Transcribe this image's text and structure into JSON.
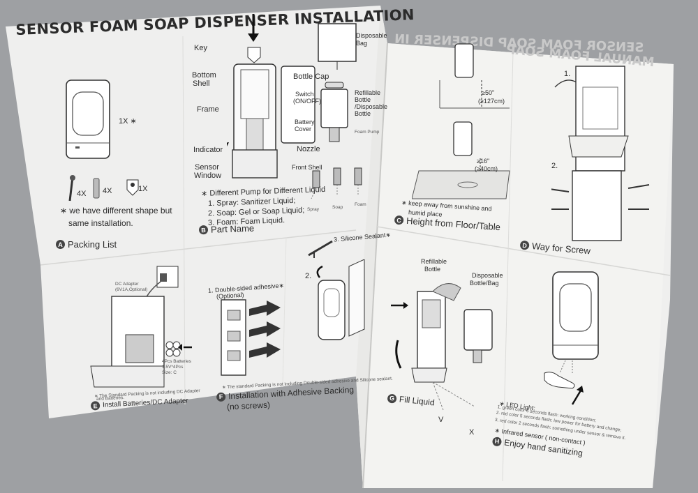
{
  "document": {
    "title": "SENSOR FOAM SOAP DISPENSER INSTALLATION",
    "ghost_title_1": "SENSOR FOAM SOAP DISPENSER IN",
    "ghost_title_2": "MANUAL FOAM SOAP"
  },
  "packing": {
    "qty_dispenser": "1X ∗",
    "qty_screws": "4X",
    "qty_anchors": "4X",
    "qty_key": "1X",
    "note_line1": "∗ we have different shape but",
    "note_line2": "same installation.",
    "section_badge": "A",
    "section_label": "Packing List"
  },
  "parts": {
    "key": "Key",
    "bottom_shell_1": "Bottom",
    "bottom_shell_2": "Shell",
    "frame": "Frame",
    "indicator": "Indicator",
    "sensor_window_1": "Sensor",
    "sensor_window_2": "Window",
    "bottle_cap": "Bottle Cap",
    "switch_1": "Switch",
    "switch_2": "(ON/OFF)",
    "battery_cover_1": "Battery",
    "battery_cover_2": "Cover",
    "nozzle": "Nozzle",
    "front_shell": "Front Shell",
    "disposable_bag_1": "Disposable",
    "disposable_bag_2": "Bag",
    "refillable_1": "Refillable",
    "refillable_2": "Bottle",
    "refillable_3": "/Disposable",
    "refillable_4": "Bottle",
    "foam_pump": "Foam Pump",
    "pump_note": "∗ Different Pump for Different Liquid",
    "pump_1": "1. Spray: Sanitizer Liquid;",
    "pump_2": "2. Soap: Gel or Soap Liquid;",
    "pump_3": "3. Foam: Foam Liquid.",
    "pump_spray": "Spray",
    "pump_soap": "Soap",
    "pump_foam": "Foam",
    "section_badge": "B",
    "section_label": "Part Name"
  },
  "height": {
    "h1_line1": "≥50\"",
    "h1_line2": "(≥127cm)",
    "h2_line1": "≥16\"",
    "h2_line2": "(≥40cm)",
    "note_line1": "∗ keep away from sunshine and",
    "note_line2": "humid place",
    "section_badge": "C",
    "section_label": "Height from Floor/Table"
  },
  "screw": {
    "step1": "1.",
    "step2": "2.",
    "section_badge": "D",
    "section_label": "Way for Screw"
  },
  "batteries": {
    "dc_adapter_1": "DC Adapter",
    "dc_adapter_2": "(6V1A,Optional)",
    "batt_note_1": "4Pcs Batteries",
    "batt_note_2": "1.5V*4Pcs",
    "batt_note_3": "Size: C",
    "pack_note_1": "∗ The Standard Packing is not including DC Adapter",
    "pack_note_2": "and Batteries.",
    "section_badge": "E",
    "section_label": "Install Batteries/DC Adapter"
  },
  "adhesive": {
    "step1_1": "1. Double-sided adhesive∗",
    "step1_2": "(Optional)",
    "step2": "2.",
    "step3": "3. Silicone Sealant∗",
    "note": "∗ The standard Packing is not including Double-sided adhesive and Silicone sealant.",
    "section_badge": "F",
    "section_label_1": "Installation with Adhesive Backing",
    "section_label_2": "(no screws)"
  },
  "fill": {
    "refillable_1": "Refillable",
    "refillable_2": "Bottle",
    "disposable_1": "Disposable",
    "disposable_2": "Bottle/Bag",
    "mark_ok": "V",
    "mark_no": "X",
    "section_badge": "G",
    "section_label": "Fill Liquid"
  },
  "enjoy": {
    "led_title": "∗ LED Light:",
    "led_1": "1. green color 5 seconds flash: working condition;",
    "led_2": "2. red color 5 seconds flash: low power for battery and change;",
    "led_3": "3. red color 2 seconds flash: something under sensor & remove it.",
    "infrared": "∗ Infrared sensor ( non-contact )",
    "section_badge": "H",
    "section_label": "Enjoy hand sanitizing"
  }
}
